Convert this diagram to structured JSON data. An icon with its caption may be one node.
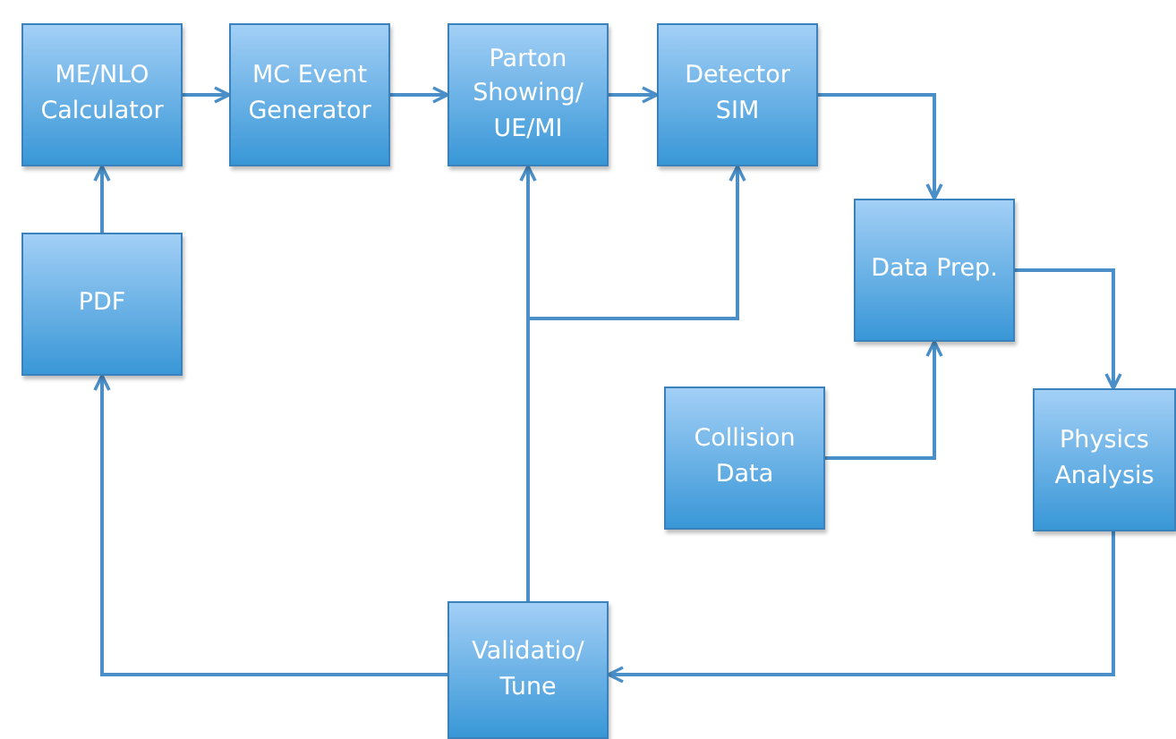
{
  "diagram": {
    "nodes": [
      {
        "text": [
          "ME/NLO Calculator"
        ]
      },
      {
        "text": [
          "MC Event Generator"
        ]
      },
      {
        "text": [
          "Parton Showing/ UE/MI"
        ]
      },
      {
        "text": [
          "Detector SIM"
        ]
      },
      {
        "text": [
          "Data Prep."
        ]
      },
      {
        "text": [
          "PDF"
        ]
      },
      {
        "text": [
          "Collision Data"
        ]
      },
      {
        "text": [
          "Physics Analysis"
        ]
      },
      {
        "text": [
          "Validatio/ Tune"
        ]
      }
    ],
    "edges": [
      {
        "from": 0,
        "to": 1,
        "arrow": "to"
      },
      {
        "from": 1,
        "to": 2,
        "arrow": "to"
      },
      {
        "from": 2,
        "to": 3,
        "arrow": "to"
      },
      {
        "from": 3,
        "to": 4,
        "arrow": "to"
      },
      {
        "from": 5,
        "to": 0,
        "arrow": "to"
      },
      {
        "from": 4,
        "to": 7,
        "arrow": "to"
      },
      {
        "from": 6,
        "to": 4,
        "arrow": "to"
      },
      {
        "from": 7,
        "to": 8,
        "arrow": "to"
      },
      {
        "from": 8,
        "to": 5,
        "arrow": "to"
      },
      {
        "from": 8,
        "to": 2,
        "arrow": "to"
      },
      {
        "from": 8,
        "to": 3,
        "arrow": "to"
      }
    ]
  }
}
